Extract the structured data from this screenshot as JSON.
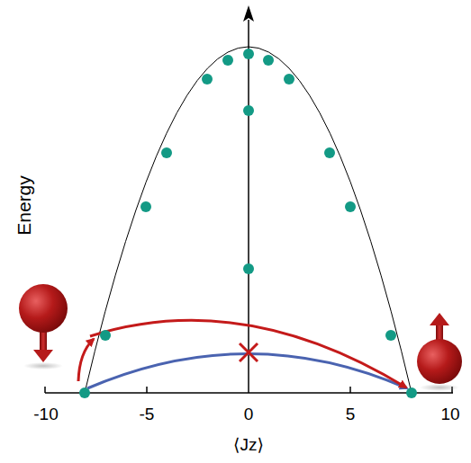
{
  "diagram": {
    "labels": [
      "Energy",
      "-10",
      "-5",
      "0",
      "5",
      "10",
      "⟨Jz⟩"
    ]
  }
}
